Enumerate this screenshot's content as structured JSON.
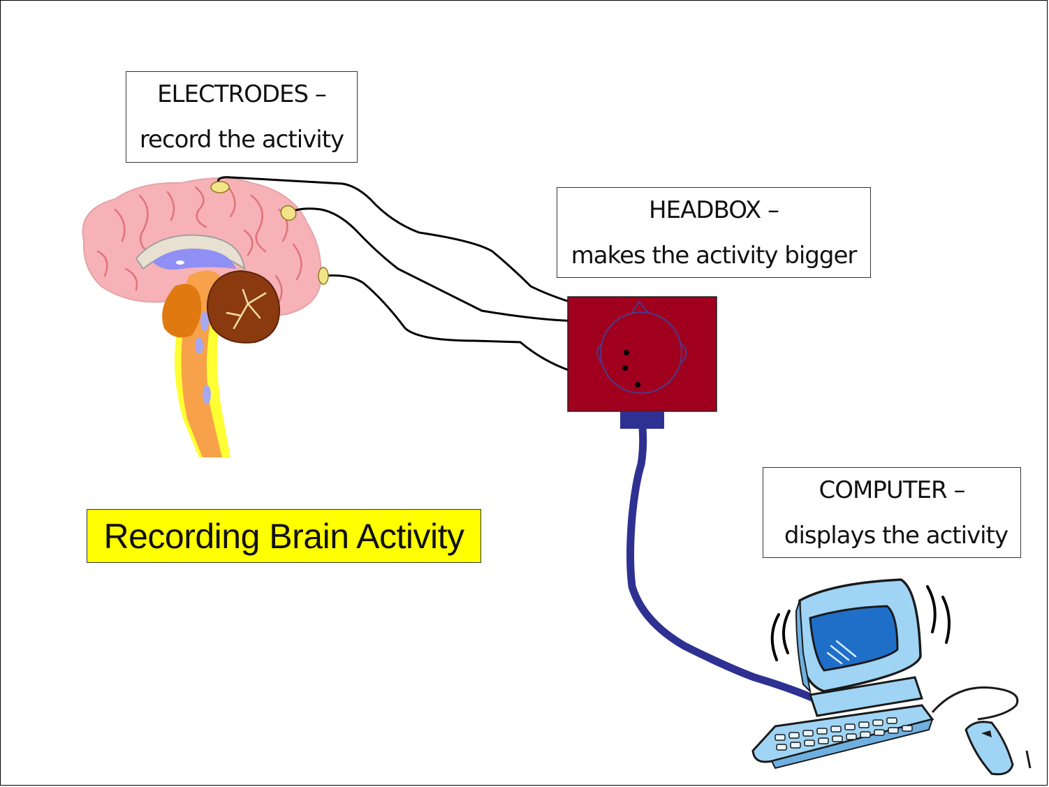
{
  "labels": {
    "electrodes": {
      "line1": "ELECTRODES –",
      "line2": "record the activity"
    },
    "headbox": {
      "line1": "HEADBOX –",
      "line2": "makes the activity bigger"
    },
    "computer": {
      "line1": "COMPUTER –",
      "line2": "displays the activity"
    }
  },
  "title": "Recording Brain Activity",
  "colors": {
    "title_background": "#ffff00",
    "headbox": "#a0001e",
    "cable": "#2e3192",
    "brain": "#f7b2b7",
    "cerebellum": "#8b3a0f",
    "electrode": "#f3e48a",
    "computer": "#9fd4f5"
  },
  "icons": [
    "brain-illustration",
    "electrode-icon",
    "headbox-icon",
    "computer-icon",
    "mouse-icon"
  ]
}
